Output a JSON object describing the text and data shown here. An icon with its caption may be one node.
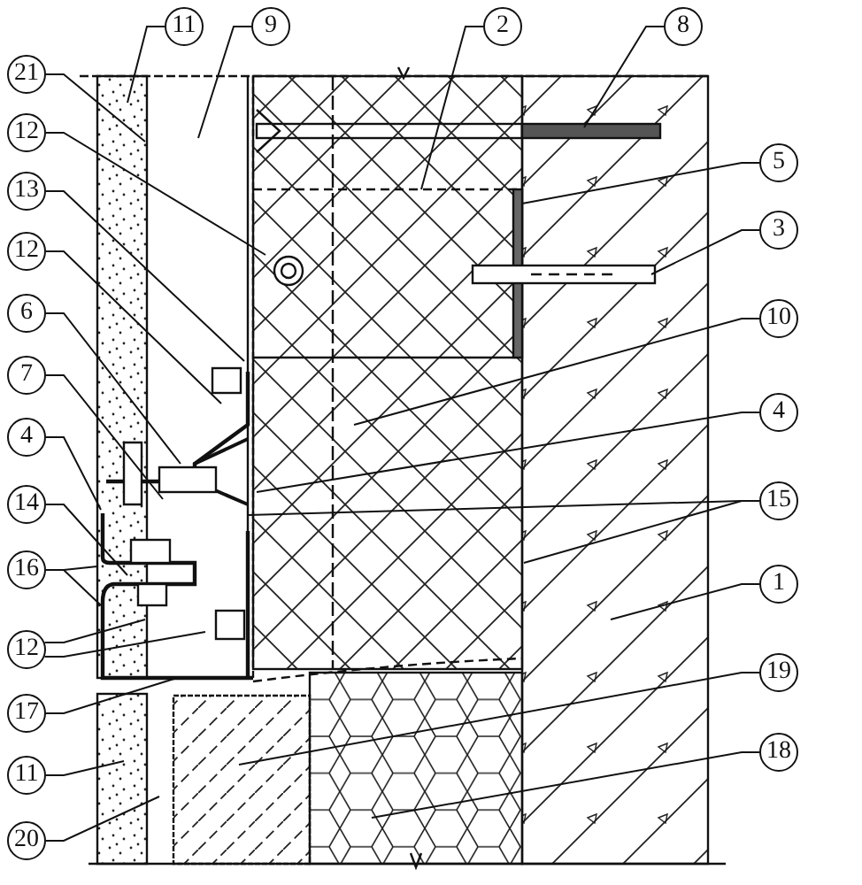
{
  "diagram": {
    "nodes": [
      {
        "text": [
          "11"
        ]
      },
      {
        "text": [
          "9"
        ]
      },
      {
        "text": [
          "2"
        ]
      },
      {
        "text": [
          "8"
        ]
      },
      {
        "text": [
          "21"
        ]
      },
      {
        "text": [
          "12"
        ]
      },
      {
        "text": [
          "13"
        ]
      },
      {
        "text": [
          "12"
        ]
      },
      {
        "text": [
          "6"
        ]
      },
      {
        "text": [
          "7"
        ]
      },
      {
        "text": [
          "4"
        ]
      },
      {
        "text": [
          "14"
        ]
      },
      {
        "text": [
          "16"
        ]
      },
      {
        "text": [
          "12"
        ]
      },
      {
        "text": [
          "17"
        ]
      },
      {
        "text": [
          "11"
        ]
      },
      {
        "text": [
          "20"
        ]
      },
      {
        "text": [
          "5"
        ]
      },
      {
        "text": [
          "3"
        ]
      },
      {
        "text": [
          "10"
        ]
      },
      {
        "text": [
          "4"
        ]
      },
      {
        "text": [
          "15"
        ]
      },
      {
        "text": [
          "1"
        ]
      },
      {
        "text": [
          "19"
        ]
      },
      {
        "text": [
          "18"
        ]
      }
    ],
    "edges": [
      {
        "from": 0,
        "to": null,
        "arrow": "none"
      },
      {
        "from": 1,
        "to": null,
        "arrow": "none"
      },
      {
        "from": 2,
        "to": null,
        "arrow": "none"
      },
      {
        "from": 3,
        "to": null,
        "arrow": "none"
      },
      {
        "from": 4,
        "to": null,
        "arrow": "none"
      },
      {
        "from": 5,
        "to": null,
        "arrow": "none"
      },
      {
        "from": 6,
        "to": null,
        "arrow": "none"
      },
      {
        "from": 7,
        "to": null,
        "arrow": "none"
      },
      {
        "from": 8,
        "to": null,
        "arrow": "none"
      },
      {
        "from": 9,
        "to": null,
        "arrow": "none"
      },
      {
        "from": 10,
        "to": null,
        "arrow": "none"
      },
      {
        "from": 11,
        "to": null,
        "arrow": "none"
      },
      {
        "from": 12,
        "to": null,
        "arrow": "none"
      },
      {
        "from": 12,
        "to": null,
        "arrow": "none"
      },
      {
        "from": 13,
        "to": null,
        "arrow": "none"
      },
      {
        "from": 13,
        "to": null,
        "arrow": "none"
      },
      {
        "from": 14,
        "to": null,
        "arrow": "none"
      },
      {
        "from": 15,
        "to": null,
        "arrow": "none"
      },
      {
        "from": 16,
        "to": null,
        "arrow": "none"
      },
      {
        "from": 17,
        "to": null,
        "arrow": "none"
      },
      {
        "from": 18,
        "to": null,
        "arrow": "none"
      },
      {
        "from": 19,
        "to": null,
        "arrow": "none"
      },
      {
        "from": 20,
        "to": null,
        "arrow": "none"
      },
      {
        "from": 21,
        "to": null,
        "arrow": "none"
      },
      {
        "from": 21,
        "to": null,
        "arrow": "none"
      },
      {
        "from": 22,
        "to": null,
        "arrow": "none"
      },
      {
        "from": 23,
        "to": null,
        "arrow": "none"
      },
      {
        "from": 24,
        "to": null,
        "arrow": "none"
      }
    ]
  }
}
